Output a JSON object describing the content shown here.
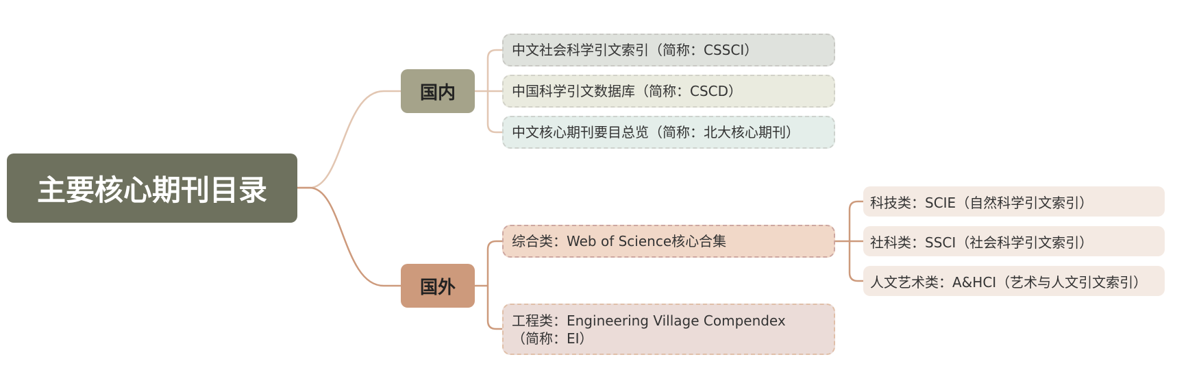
{
  "root": {
    "label": "主要核心期刊目录",
    "color": "#6e715e"
  },
  "domestic": {
    "label": "国内",
    "color": "#a5a38a",
    "items": [
      "中文社会科学引文索引（简称：CSSCI）",
      "中国科学引文数据库（简称：CSCD）",
      "中文核心期刊要目总览（简称：北大核心期刊）"
    ]
  },
  "foreign": {
    "label": "国外",
    "color": "#cd9a7c",
    "items": [
      "综合类：Web of Science核心合集",
      "工程类：Engineering Village Compendex（简称：EI）"
    ],
    "wos_children": [
      "科技类：SCIE（自然科学引文索引）",
      "社科类：SSCI（社会科学引文索引）",
      "人文艺术类：A&HCI（艺术与人文引文索引）"
    ]
  }
}
